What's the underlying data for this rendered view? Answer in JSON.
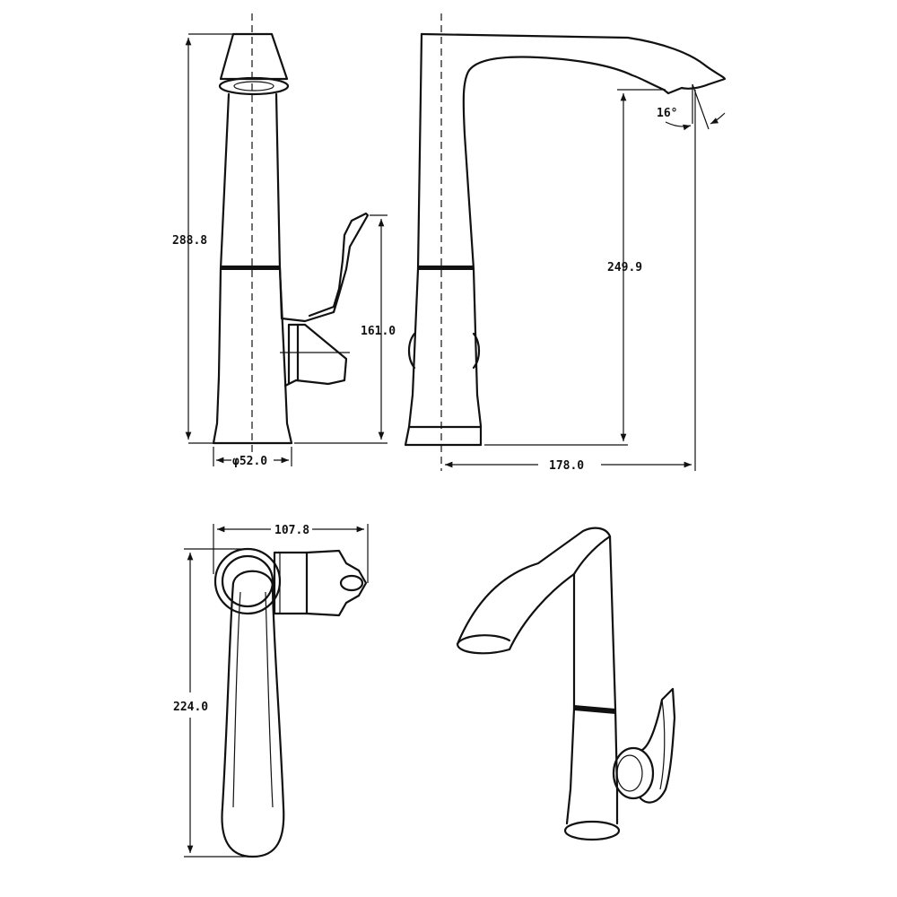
{
  "views": {
    "front": {
      "height_label": "288.8",
      "handle_height_label": "161.0",
      "base_diameter_label": "φ52.0"
    },
    "side": {
      "spout_height_label": "249.9",
      "reach_label": "178.0",
      "angle_label": "16°"
    },
    "top": {
      "width_label": "107.8",
      "length_label": "224.0"
    },
    "iso": {}
  },
  "colors": {
    "line": "#111111",
    "background": "#ffffff"
  }
}
